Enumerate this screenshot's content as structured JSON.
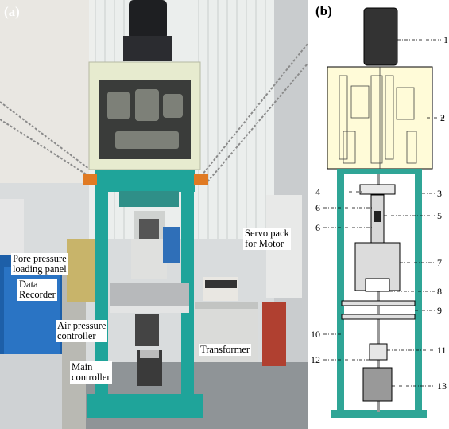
{
  "panel_a": {
    "tag": "(a)",
    "labels": {
      "pore_pressure": "Pore pressure\nloading panel",
      "data_recorder": "Data\nRecorder",
      "air_pressure": "Air pressure\ncontroller",
      "main_controller": "Main\ncontroller",
      "servo_pack": "Servo pack\nfor Motor",
      "transformer": "Transformer"
    }
  },
  "panel_b": {
    "tag": "(b)",
    "numbers": [
      "1",
      "2",
      "3",
      "4",
      "5",
      "6",
      "6",
      "7",
      "8",
      "9",
      "10",
      "11",
      "12",
      "13"
    ]
  },
  "colors": {
    "frame_teal": "#1fa49a",
    "housing_cream": "#e7ebcf",
    "diagram_cream": "#fffbd8",
    "stand_teal": "#2fa596"
  }
}
